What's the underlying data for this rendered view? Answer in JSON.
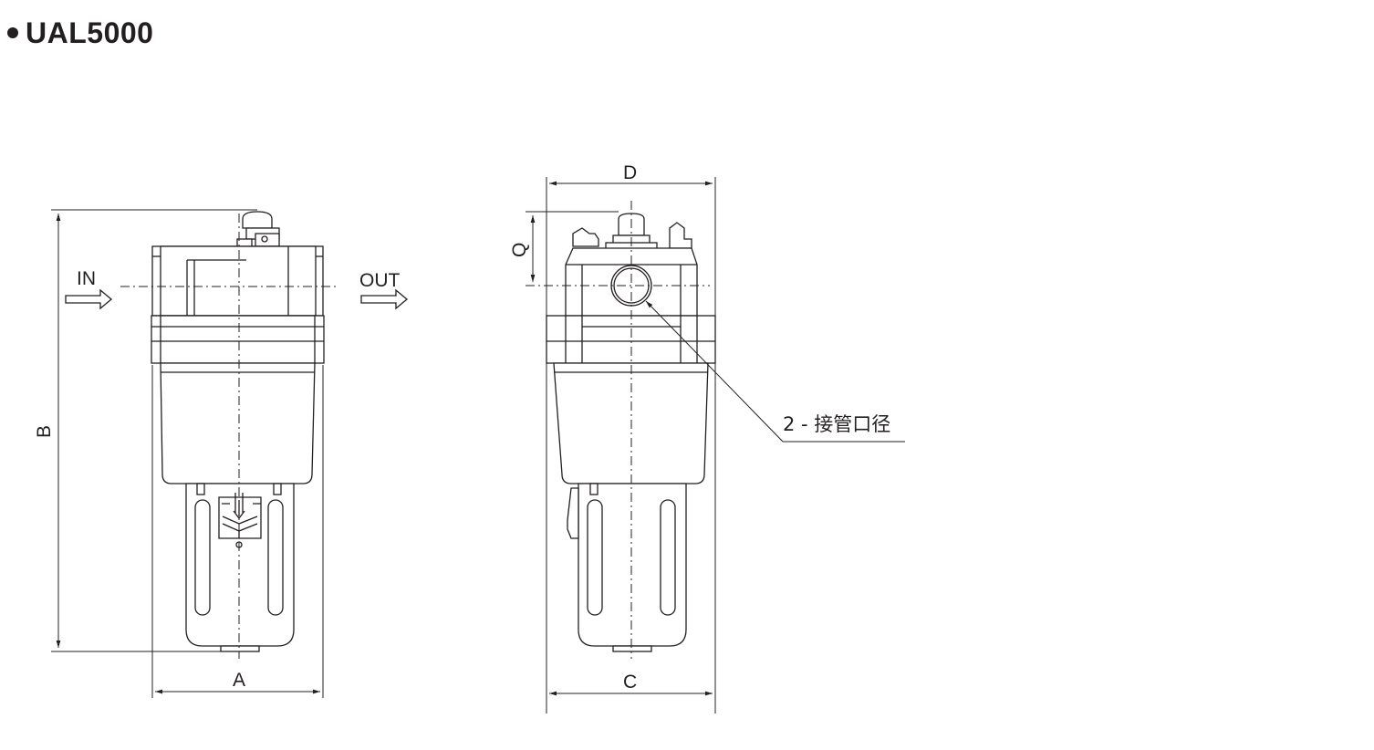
{
  "title": "UAL5000",
  "front_view": {
    "label_in": "IN",
    "label_out": "OUT",
    "dim_width": "A",
    "dim_height": "B"
  },
  "side_view": {
    "dim_top_width": "D",
    "dim_bottom_width": "C",
    "dim_port_height": "Q",
    "port_callout": "2 - 接管口径"
  }
}
